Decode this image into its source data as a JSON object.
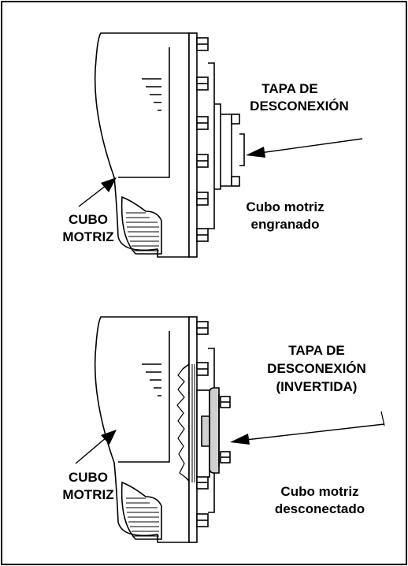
{
  "top": {
    "cap_label_line1": "TAPA DE",
    "cap_label_line2": "DESCONEXIÓN",
    "hub_label_line1": "CUBO",
    "hub_label_line2": "MOTRIZ",
    "state_line1": "Cubo motriz",
    "state_line2": "engranado"
  },
  "bottom": {
    "cap_label_line1": "TAPA DE",
    "cap_label_line2": "DESCONEXIÓN",
    "cap_label_line3": "(INVERTIDA)",
    "hub_label_line1": "CUBO",
    "hub_label_line2": "MOTRIZ",
    "state_line1": "Cubo motriz",
    "state_line2": "desconectado"
  },
  "colors": {
    "line": "#000000",
    "cap_fill_inverted": "#d0d0d0",
    "background": "#ffffff"
  }
}
